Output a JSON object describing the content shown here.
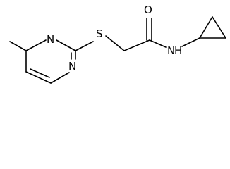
{
  "molecule": {
    "atoms": {
      "n_ring_upper": "N",
      "n_ring_lower": "N",
      "s": "S",
      "o": "O",
      "n_amide": "N",
      "h_amide": "H"
    }
  }
}
